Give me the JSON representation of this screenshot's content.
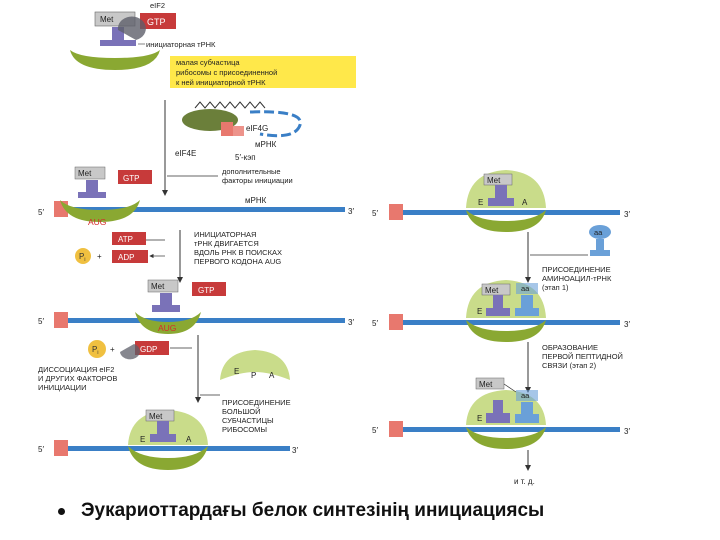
{
  "labels": {
    "eif2": "eIF2",
    "met": "Met",
    "gtp": "GTP",
    "gtp_small": "GTP",
    "initiator_trna": "инициаторная тРНК",
    "small_subunit_box": [
      "малая субчастица",
      "рибосомы с присоединенной",
      "к ней инициаторной тРНК"
    ],
    "eif4g": "eIF4G",
    "eif4e": "eIF4E",
    "mrna": "мРНК",
    "cap": "5′-кэп",
    "extra_factors": [
      "дополнительные",
      "факторы инициации"
    ],
    "five": "5′",
    "three": "3′",
    "aug": "AUG",
    "atp": "ATP",
    "adp": "ADP",
    "pi": "P",
    "pi_sub": "i",
    "plus": "+",
    "moves": [
      "ИНИЦИАТОРНАЯ",
      "тРНК ДВИГАЕТСЯ",
      "ВДОЛЬ РНК В ПОИСКАХ",
      "ПЕРВОГО КОДОНА AUG"
    ],
    "gdp": "GDP",
    "dissoc": [
      "ДИССОЦИАЦИЯ eIF2",
      "И ДРУГИХ ФАКТОРОВ",
      "ИНИЦИАЦИИ"
    ],
    "e": "E",
    "p": "P",
    "a": "A",
    "large_join": [
      "ПРИСОЕДИНЕНИЕ",
      "БОЛЬШОЙ",
      "СУБЧАСТИЦЫ",
      "РИБОСОМЫ"
    ],
    "aa": "aa",
    "aminoacyl": [
      "ПРИСОЕДИНЕНИЕ",
      "АМИНОАЦИЛ-тРНК",
      "(этап 1)"
    ],
    "peptide": [
      "ОБРАЗОВАНИЕ",
      "ПЕРВОЙ ПЕПТИДНОЙ",
      "СВЯЗИ (этап 2)"
    ],
    "etc": "и т. д."
  },
  "caption": "Эукариоттардағы белок синтезінің инициациясы",
  "colors": {
    "rna": "#3a7fc6",
    "small_subunit": "#8aa832",
    "large_subunit": "#c9dc8a",
    "trna": "#7a72b8",
    "gtp_box": "#c73a3a",
    "atp_box": "#c73a3a",
    "pi_circle": "#f0c040",
    "yellow_box": "#ffe84a",
    "cap": "#e8786e",
    "eif4g": "#6b7f3a",
    "aminoacyl_trna": "#6aa0d8"
  }
}
